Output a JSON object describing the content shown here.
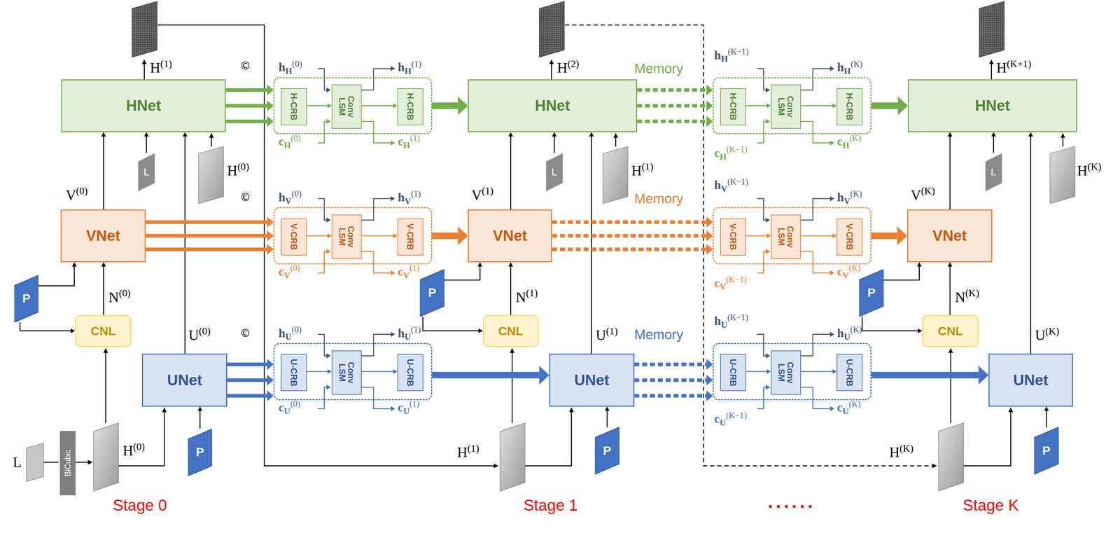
{
  "diagram": {
    "nodes": [
      {
        "text": [
          "HNet"
        ]
      },
      {
        "text": []
      },
      {
        "text": [
          "H-CRB"
        ],
        "in": 1
      },
      {
        "text": [
          "Conv LSM"
        ],
        "in": 1
      },
      {
        "text": [
          "H-CRB"
        ],
        "in": 1
      },
      {
        "text": [
          "HNet"
        ]
      },
      {
        "text": []
      },
      {
        "text": [
          "H-CRB"
        ],
        "in": 6
      },
      {
        "text": [
          "Conv LSM"
        ],
        "in": 6
      },
      {
        "text": [
          "H-CRB"
        ],
        "in": 6
      },
      {
        "text": [
          "HNet"
        ]
      },
      {
        "text": [
          "L"
        ]
      },
      {
        "text": [
          "L"
        ]
      },
      {
        "text": [
          "L"
        ]
      },
      {
        "text": [
          "VNet"
        ]
      },
      {
        "text": []
      },
      {
        "text": [
          "V-CRB"
        ],
        "in": 15
      },
      {
        "text": [
          "Conv LSM"
        ],
        "in": 15
      },
      {
        "text": [
          "V-CRB"
        ],
        "in": 15
      },
      {
        "text": [
          "VNet"
        ]
      },
      {
        "text": []
      },
      {
        "text": [
          "V-CRB"
        ],
        "in": 20
      },
      {
        "text": [
          "Conv LSM"
        ],
        "in": 20
      },
      {
        "text": [
          "V-CRB"
        ],
        "in": 20
      },
      {
        "text": [
          "VNet"
        ]
      },
      {
        "text": [
          "P"
        ]
      },
      {
        "text": [
          "P"
        ]
      },
      {
        "text": [
          "P"
        ]
      },
      {
        "text": [
          "CNL"
        ]
      },
      {
        "text": [
          "CNL"
        ]
      },
      {
        "text": [
          "CNL"
        ]
      },
      {
        "text": [
          "UNet"
        ]
      },
      {
        "text": []
      },
      {
        "text": [
          "U-CRB"
        ],
        "in": 32
      },
      {
        "text": [
          "Conv LSM"
        ],
        "in": 32
      },
      {
        "text": [
          "U-CRB"
        ],
        "in": 32
      },
      {
        "text": [
          "UNet"
        ]
      },
      {
        "text": []
      },
      {
        "text": [
          "U-CRB"
        ],
        "in": 37
      },
      {
        "text": [
          "Conv LSM"
        ],
        "in": 37
      },
      {
        "text": [
          "U-CRB"
        ],
        "in": 37
      },
      {
        "text": [
          "UNet"
        ]
      },
      {
        "text": [
          "BiCubic"
        ]
      },
      {
        "text": [
          "P"
        ]
      },
      {
        "text": [
          "P"
        ]
      },
      {
        "text": [
          "P"
        ]
      }
    ],
    "edges": [
      {
        "from": 14,
        "to": 0,
        "arrow": "to"
      },
      {
        "from": 28,
        "to": 14,
        "arrow": "to"
      },
      {
        "from": 25,
        "to": 14,
        "arrow": "to"
      },
      {
        "from": 25,
        "to": 28,
        "arrow": "to"
      },
      {
        "from": 31,
        "to": 0,
        "arrow": "to"
      },
      {
        "from": 43,
        "to": 31,
        "arrow": "to"
      },
      {
        "from": 11,
        "to": 0,
        "arrow": "to"
      },
      {
        "from": 0,
        "to": 1,
        "arrow": "to"
      },
      {
        "from": 0,
        "to": 1,
        "arrow": "to"
      },
      {
        "from": 0,
        "to": 1,
        "arrow": "to"
      },
      {
        "from": 1,
        "to": 5,
        "arrow": "to"
      },
      {
        "from": 5,
        "to": 6,
        "arrow": "to"
      },
      {
        "from": 5,
        "to": 6,
        "arrow": "to"
      },
      {
        "from": 5,
        "to": 6,
        "arrow": "to"
      },
      {
        "from": 6,
        "to": 10,
        "arrow": "to"
      },
      {
        "from": 2,
        "to": 3,
        "arrow": "to"
      },
      {
        "from": 3,
        "to": 4,
        "arrow": "to"
      },
      {
        "from": 7,
        "to": 8,
        "arrow": "to"
      },
      {
        "from": 8,
        "to": 9,
        "arrow": "to"
      },
      {
        "from": 12,
        "to": 5,
        "arrow": "to"
      },
      {
        "from": 13,
        "to": 10,
        "arrow": "to"
      },
      {
        "from": 19,
        "to": 5,
        "arrow": "to"
      },
      {
        "from": 36,
        "to": 5,
        "arrow": "to"
      },
      {
        "from": 24,
        "to": 10,
        "arrow": "to"
      },
      {
        "from": 41,
        "to": 10,
        "arrow": "to"
      },
      {
        "from": 14,
        "to": 15,
        "arrow": "to"
      },
      {
        "from": 14,
        "to": 15,
        "arrow": "to"
      },
      {
        "from": 14,
        "to": 15,
        "arrow": "to"
      },
      {
        "from": 15,
        "to": 19,
        "arrow": "to"
      },
      {
        "from": 19,
        "to": 20,
        "arrow": "to"
      },
      {
        "from": 19,
        "to": 20,
        "arrow": "to"
      },
      {
        "from": 19,
        "to": 20,
        "arrow": "to"
      },
      {
        "from": 20,
        "to": 24,
        "arrow": "to"
      },
      {
        "from": 16,
        "to": 17,
        "arrow": "to"
      },
      {
        "from": 17,
        "to": 18,
        "arrow": "to"
      },
      {
        "from": 21,
        "to": 22,
        "arrow": "to"
      },
      {
        "from": 22,
        "to": 23,
        "arrow": "to"
      },
      {
        "from": 26,
        "to": 19,
        "arrow": "to"
      },
      {
        "from": 26,
        "to": 29,
        "arrow": "to"
      },
      {
        "from": 29,
        "to": 19,
        "arrow": "to"
      },
      {
        "from": 27,
        "to": 24,
        "arrow": "to"
      },
      {
        "from": 27,
        "to": 30,
        "arrow": "to"
      },
      {
        "from": 30,
        "to": 24,
        "arrow": "to"
      },
      {
        "from": 44,
        "to": 36,
        "arrow": "to"
      },
      {
        "from": 45,
        "to": 41,
        "arrow": "to"
      },
      {
        "from": 31,
        "to": 32,
        "arrow": "to"
      },
      {
        "from": 31,
        "to": 32,
        "arrow": "to"
      },
      {
        "from": 31,
        "to": 32,
        "arrow": "to"
      },
      {
        "from": 32,
        "to": 36,
        "arrow": "to"
      },
      {
        "from": 36,
        "to": 37,
        "arrow": "to"
      },
      {
        "from": 36,
        "to": 37,
        "arrow": "to"
      },
      {
        "from": 36,
        "to": 37,
        "arrow": "to"
      },
      {
        "from": 37,
        "to": 41,
        "arrow": "to"
      },
      {
        "from": 33,
        "to": 34,
        "arrow": "to"
      },
      {
        "from": 34,
        "to": 35,
        "arrow": "to"
      },
      {
        "from": 38,
        "to": 39,
        "arrow": "to"
      },
      {
        "from": 39,
        "to": 40,
        "arrow": "to"
      }
    ],
    "labels": [
      "H",
      "(1)",
      "©",
      "h",
      "H",
      "(0)",
      "h",
      "H",
      "(1)",
      "c",
      "H",
      "(0)",
      "c",
      "H",
      "(1)",
      "H",
      "(2)",
      "Memory",
      "h",
      "H",
      "(K−1)",
      "h",
      "H",
      "(K)",
      "c",
      "H",
      "(K−1)",
      "c",
      "H",
      "(K)",
      "H",
      "(K+1)",
      "H",
      "(0)",
      "H",
      "(1)",
      "H",
      "(K)",
      "V",
      "(0)",
      "©",
      "h",
      "V",
      "(0)",
      "h",
      "V",
      "(1)",
      "c",
      "V",
      "(0)",
      "c",
      "V",
      "(1)",
      "V",
      "(1)",
      "Memory",
      "h",
      "V",
      "(K−1)",
      "h",
      "V",
      "(K)",
      "c",
      "V",
      "(K−1)",
      "c",
      "V",
      "(K)",
      "V",
      "(K)",
      "N",
      "(0)",
      "N",
      "(1)",
      "N",
      "(K)",
      "U",
      "(0)",
      "©",
      "h",
      "U",
      "(0)",
      "h",
      "U",
      "(1)",
      "c",
      "U",
      "(0)",
      "c",
      "U",
      "(1)",
      "U",
      "(1)",
      "Memory",
      "h",
      "U",
      "(K−1)",
      "h",
      "U",
      "(K)",
      "c",
      "U",
      "(K−1)",
      "c",
      "U",
      "(K)",
      "U",
      "(K)",
      "L",
      "H",
      "(0)",
      "H",
      "(1)",
      "H",
      "(K)",
      "Stage 0",
      "Stage 1",
      "......",
      "Stage K"
    ]
  }
}
